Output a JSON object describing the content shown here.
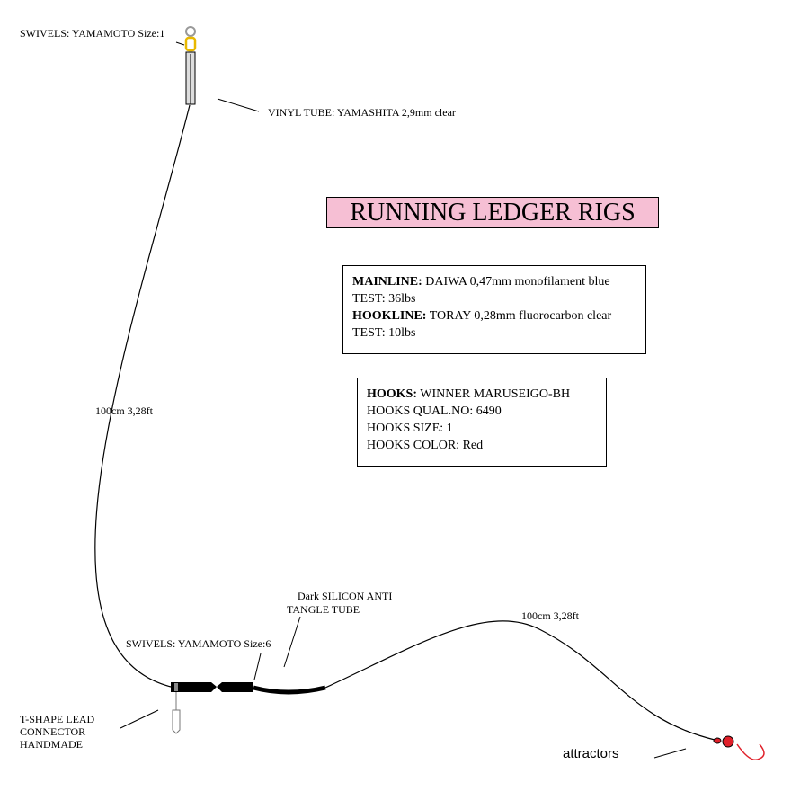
{
  "title": "RUNNING LEDGER RIGS",
  "labels": {
    "top_swivel": "SWIVELS: YAMAMOTO Size:1",
    "vinyl_tube": "VINYL TUBE: YAMASHITA 2,9mm clear",
    "mainline_length": "100cm 3,28ft",
    "silicon_tube_line1": "Dark  SILICON ANTI",
    "silicon_tube_line2": "TANGLE TUBE",
    "hookline_length": "100cm 3,28ft",
    "lower_swivel": "SWIVELS: YAMAMOTO Size:6",
    "lead_connector_line1": "T-SHAPE LEAD",
    "lead_connector_line2": "CONNECTOR",
    "lead_connector_line3": "HANDMADE",
    "attractors": "attractors"
  },
  "line_box": {
    "mainline_key": "MAINLINE:",
    "mainline_value": " DAIWA 0,47mm monofilament blue",
    "mainline_test": "TEST: 36lbs",
    "hookline_key": "HOOKLINE:",
    "hookline_value": " TORAY 0,28mm fluorocarbon clear",
    "hookline_test": "TEST: 10lbs"
  },
  "hooks_box": {
    "hooks_key": "HOOKS:",
    "hooks_value": " WINNER MARUSEIGO-BH",
    "qual": "HOOKS QUAL.NO: 6490",
    "size": "HOOKS SIZE: 1",
    "color": "HOOKS COLOR: Red"
  },
  "colors": {
    "title_bg": "#f6bfd4",
    "hook": "#e0202a",
    "swivel": "#e8b800"
  }
}
